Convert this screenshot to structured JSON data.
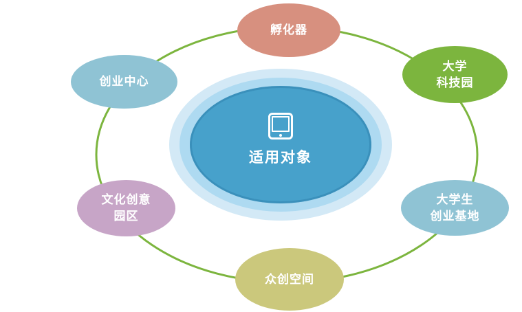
{
  "diagram": {
    "center": {
      "label": "适用对象",
      "icon": "tablet-icon",
      "colors": {
        "outer": "#d3e9f6",
        "middle": "#aedaf1",
        "inner": "#47a1cb",
        "text": "#ffffff"
      }
    },
    "ring": {
      "color": "#7cb53e"
    },
    "nodes": [
      {
        "id": "incubator",
        "label": "孵化器",
        "lines": [
          "孵化器"
        ],
        "color": "#d7907f"
      },
      {
        "id": "startup-center",
        "label": "创业中心",
        "lines": [
          "创业中心"
        ],
        "color": "#8fc3d4"
      },
      {
        "id": "university-science-park",
        "label": "大学科技园",
        "lines": [
          "大学",
          "科技园"
        ],
        "color": "#7cb53e"
      },
      {
        "id": "cultural-creative-park",
        "label": "文化创意园区",
        "lines": [
          "文化创意",
          "园区"
        ],
        "color": "#c7a5c7"
      },
      {
        "id": "student-startup-base",
        "label": "大学生创业基地",
        "lines": [
          "大学生",
          "创业基地"
        ],
        "color": "#8fc3d4"
      },
      {
        "id": "maker-space",
        "label": "众创空间",
        "lines": [
          "众创空间"
        ],
        "color": "#cbc87c"
      }
    ]
  }
}
